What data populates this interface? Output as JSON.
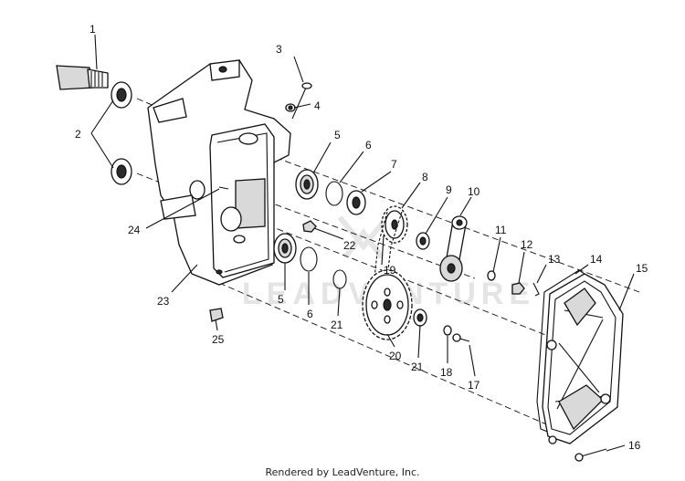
{
  "watermark": "LEADVENTURE",
  "footer": "Rendered by LeadVenture, Inc.",
  "callouts": {
    "c1": "1",
    "c2": "2",
    "c3": "3",
    "c4": "4",
    "c5a": "5",
    "c5b": "5",
    "c6a": "6",
    "c6b": "6",
    "c7": "7",
    "c8": "8",
    "c9": "9",
    "c10": "10",
    "c11": "11",
    "c12": "12",
    "c13": "13",
    "c14": "14",
    "c15": "15",
    "c16": "16",
    "c17": "17",
    "c18": "18",
    "c19": "19",
    "c20": "20",
    "c21a": "21",
    "c21b": "21",
    "c22": "22",
    "c23": "23",
    "c24": "24",
    "c25": "25"
  }
}
